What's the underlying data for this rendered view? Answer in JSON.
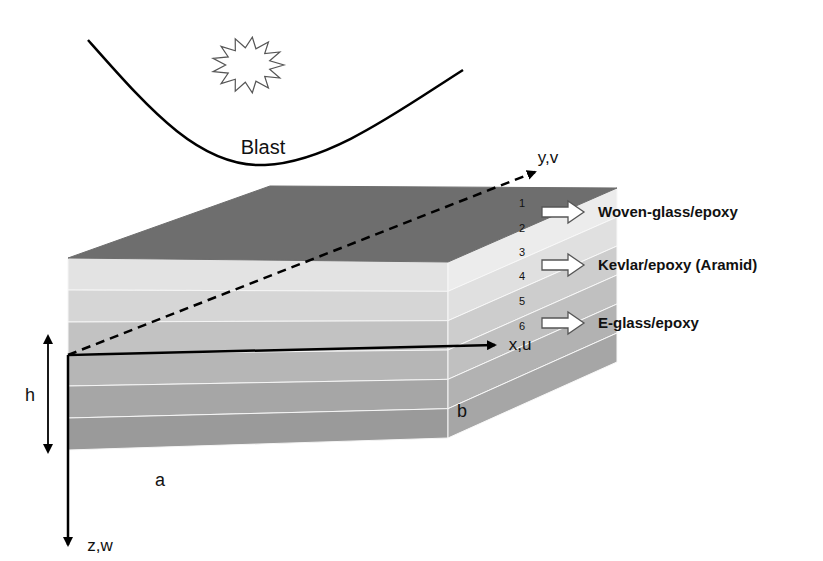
{
  "diagram": {
    "labels": [
      "Blast",
      "y,v",
      "1",
      "Woven-glass/epoxy",
      "2",
      "3",
      "Kevlar/epoxy (Aramid)",
      "4",
      "5",
      "E-glass/epoxy",
      "6",
      "h",
      "x,u",
      "b",
      "a",
      "z,w"
    ]
  }
}
